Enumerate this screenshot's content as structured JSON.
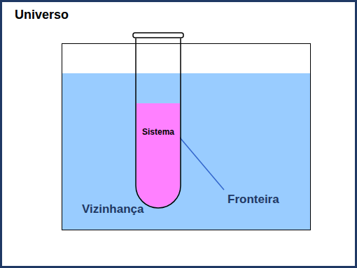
{
  "diagram": {
    "nodes": [
      {
        "text": [
          "Universo"
        ]
      },
      {
        "text": [
          "Vizinhança"
        ],
        "in": 0
      },
      {
        "text": [
          "Sistema"
        ],
        "in": 1
      }
    ],
    "labels": [
      "Fronteira"
    ]
  }
}
